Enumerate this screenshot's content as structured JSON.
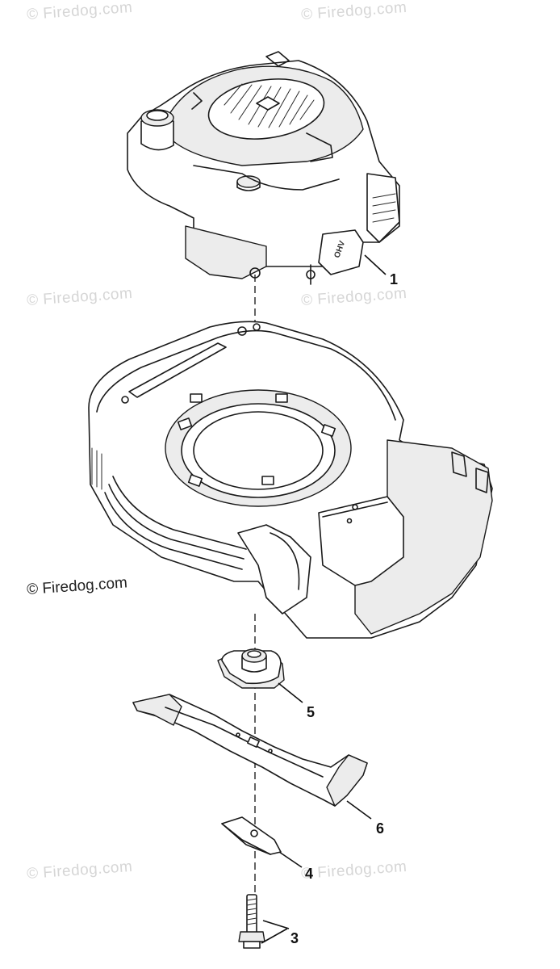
{
  "watermarks": {
    "text": "© Firedog.com"
  },
  "callouts": {
    "engine": "1",
    "blade_bolt": "3",
    "blade_adapter_plate": "4",
    "blade_adapter": "5",
    "blade": "6"
  }
}
